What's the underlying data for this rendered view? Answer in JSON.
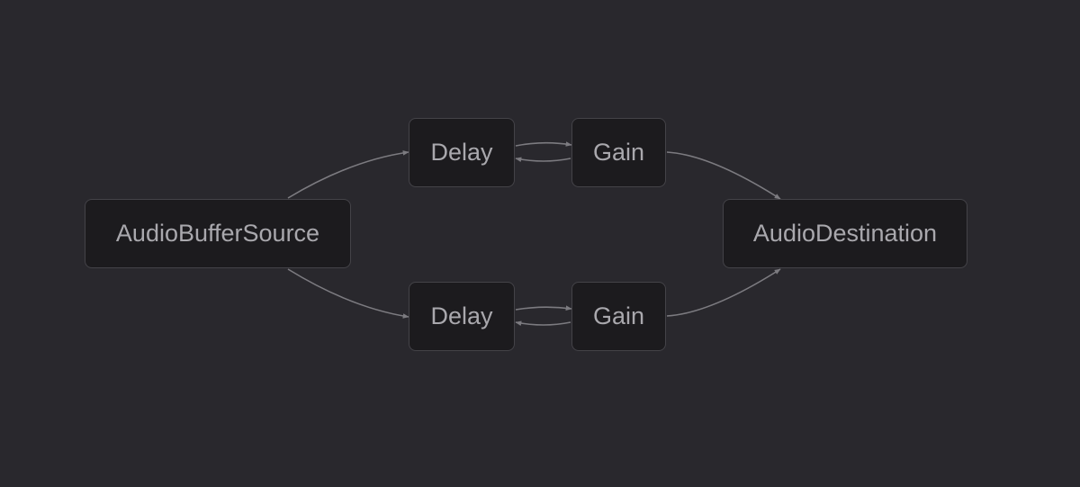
{
  "diagram": {
    "colors": {
      "background": "#29282d",
      "node_fill": "#1c1b1e",
      "node_border": "#444348",
      "node_text": "#a9a8ad",
      "edge": "#7c7b80"
    },
    "nodes": [
      {
        "id": "source",
        "label": "AudioBufferSource"
      },
      {
        "id": "delay1",
        "label": "Delay"
      },
      {
        "id": "gain1",
        "label": "Gain"
      },
      {
        "id": "delay2",
        "label": "Delay"
      },
      {
        "id": "gain2",
        "label": "Gain"
      },
      {
        "id": "dest",
        "label": "AudioDestination"
      }
    ],
    "edges": [
      {
        "from": "source",
        "to": "delay1"
      },
      {
        "from": "source",
        "to": "delay2"
      },
      {
        "from": "delay1",
        "to": "gain1"
      },
      {
        "from": "gain1",
        "to": "delay1"
      },
      {
        "from": "delay2",
        "to": "gain2"
      },
      {
        "from": "gain2",
        "to": "delay2"
      },
      {
        "from": "gain1",
        "to": "dest"
      },
      {
        "from": "gain2",
        "to": "dest"
      }
    ]
  }
}
